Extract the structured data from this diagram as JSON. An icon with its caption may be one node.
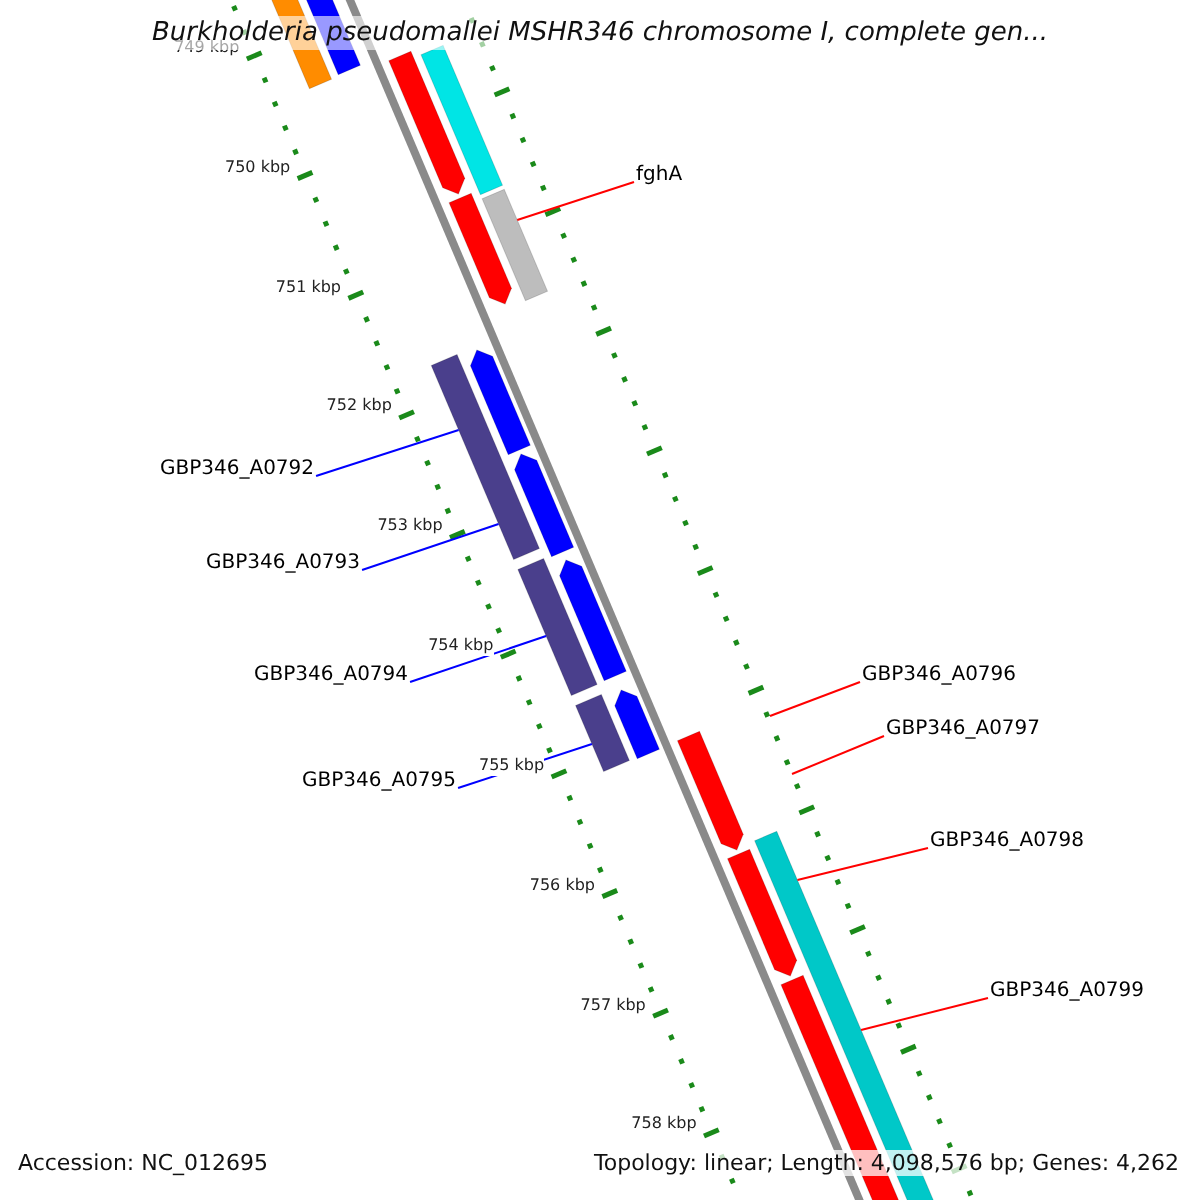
{
  "diagram": {
    "title": "Burkholderia pseudomallei MSHR346 chromosome I, complete gen...",
    "nodes": [
      {
        "text": [
          "fghA"
        ]
      },
      {
        "text": [
          "GBP346_A0792"
        ]
      },
      {
        "text": [
          "GBP346_A0793"
        ]
      },
      {
        "text": [
          "GBP346_A0794"
        ]
      },
      {
        "text": [
          "GBP346_A0795"
        ]
      },
      {
        "text": [
          "GBP346_A0796"
        ]
      },
      {
        "text": [
          "GBP346_A0797"
        ]
      },
      {
        "text": [
          "GBP346_A0798"
        ]
      },
      {
        "text": [
          "GBP346_A0799"
        ]
      }
    ],
    "edges": [
      {
        "from": 0,
        "to": null,
        "arrow": "none"
      },
      {
        "from": 1,
        "to": null,
        "arrow": "none",
        "color": "#0000ff"
      },
      {
        "from": 2,
        "to": null,
        "arrow": "none",
        "color": "#0000ff"
      },
      {
        "from": 3,
        "to": null,
        "arrow": "none",
        "color": "#0000ff"
      },
      {
        "from": 4,
        "to": null,
        "arrow": "none",
        "color": "#0000ff"
      },
      {
        "from": 5,
        "to": null,
        "arrow": "none"
      },
      {
        "from": 6,
        "to": null,
        "arrow": "none"
      },
      {
        "from": 7,
        "to": null,
        "arrow": "none"
      },
      {
        "from": 8,
        "to": null,
        "arrow": "none"
      }
    ],
    "labels": [
      "749 kbp",
      "750 kbp",
      "751 kbp",
      "752 kbp",
      "753 kbp",
      "754 kbp",
      "755 kbp",
      "756 kbp",
      "757 kbp",
      "758 kbp",
      "Accession: NC_012695",
      "Topology: linear; Length: 4,098,576 bp; Genes: 4,262"
    ]
  }
}
